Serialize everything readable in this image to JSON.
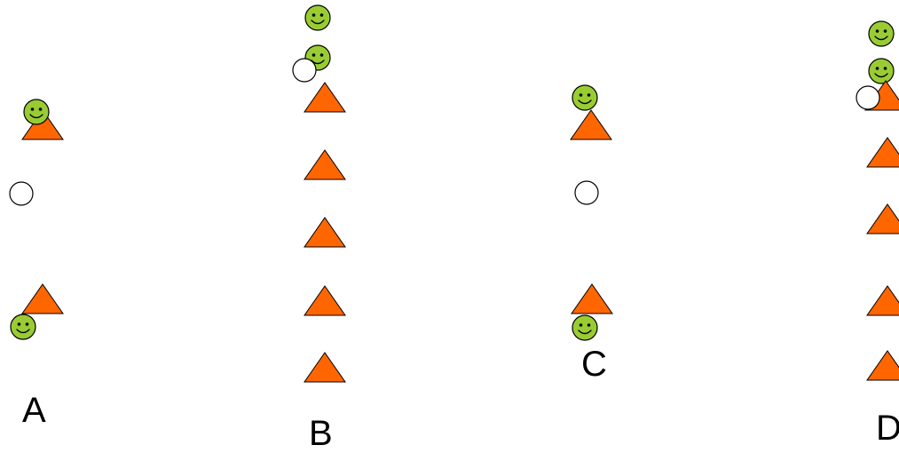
{
  "colors": {
    "triangle_fill": "#ff6600",
    "triangle_stroke": "#000000",
    "smiley_face": "#99cc33",
    "smiley_stroke": "#000000",
    "circle_fill": "#ffffff",
    "circle_stroke": "#000000"
  },
  "icons": {
    "triangle": "orange-triangle-cone-icon",
    "smiley": "green-smiley-face-icon",
    "circle": "white-circle-ball-icon"
  },
  "panels": [
    {
      "id": "A",
      "label": "A"
    },
    {
      "id": "B",
      "label": "B"
    },
    {
      "id": "C",
      "label": "C"
    },
    {
      "id": "D",
      "label": "D"
    }
  ]
}
